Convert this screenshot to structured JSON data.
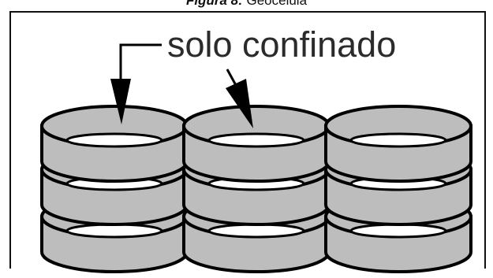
{
  "caption": {
    "label": "Figura 8:",
    "text": "Geocélula"
  },
  "diagram": {
    "annotation": "solo confinado",
    "columns": 3,
    "rows": 3,
    "colors": {
      "cell_fill": "#bdbdbd",
      "outline": "#000000",
      "opening": "#ffffff"
    }
  }
}
